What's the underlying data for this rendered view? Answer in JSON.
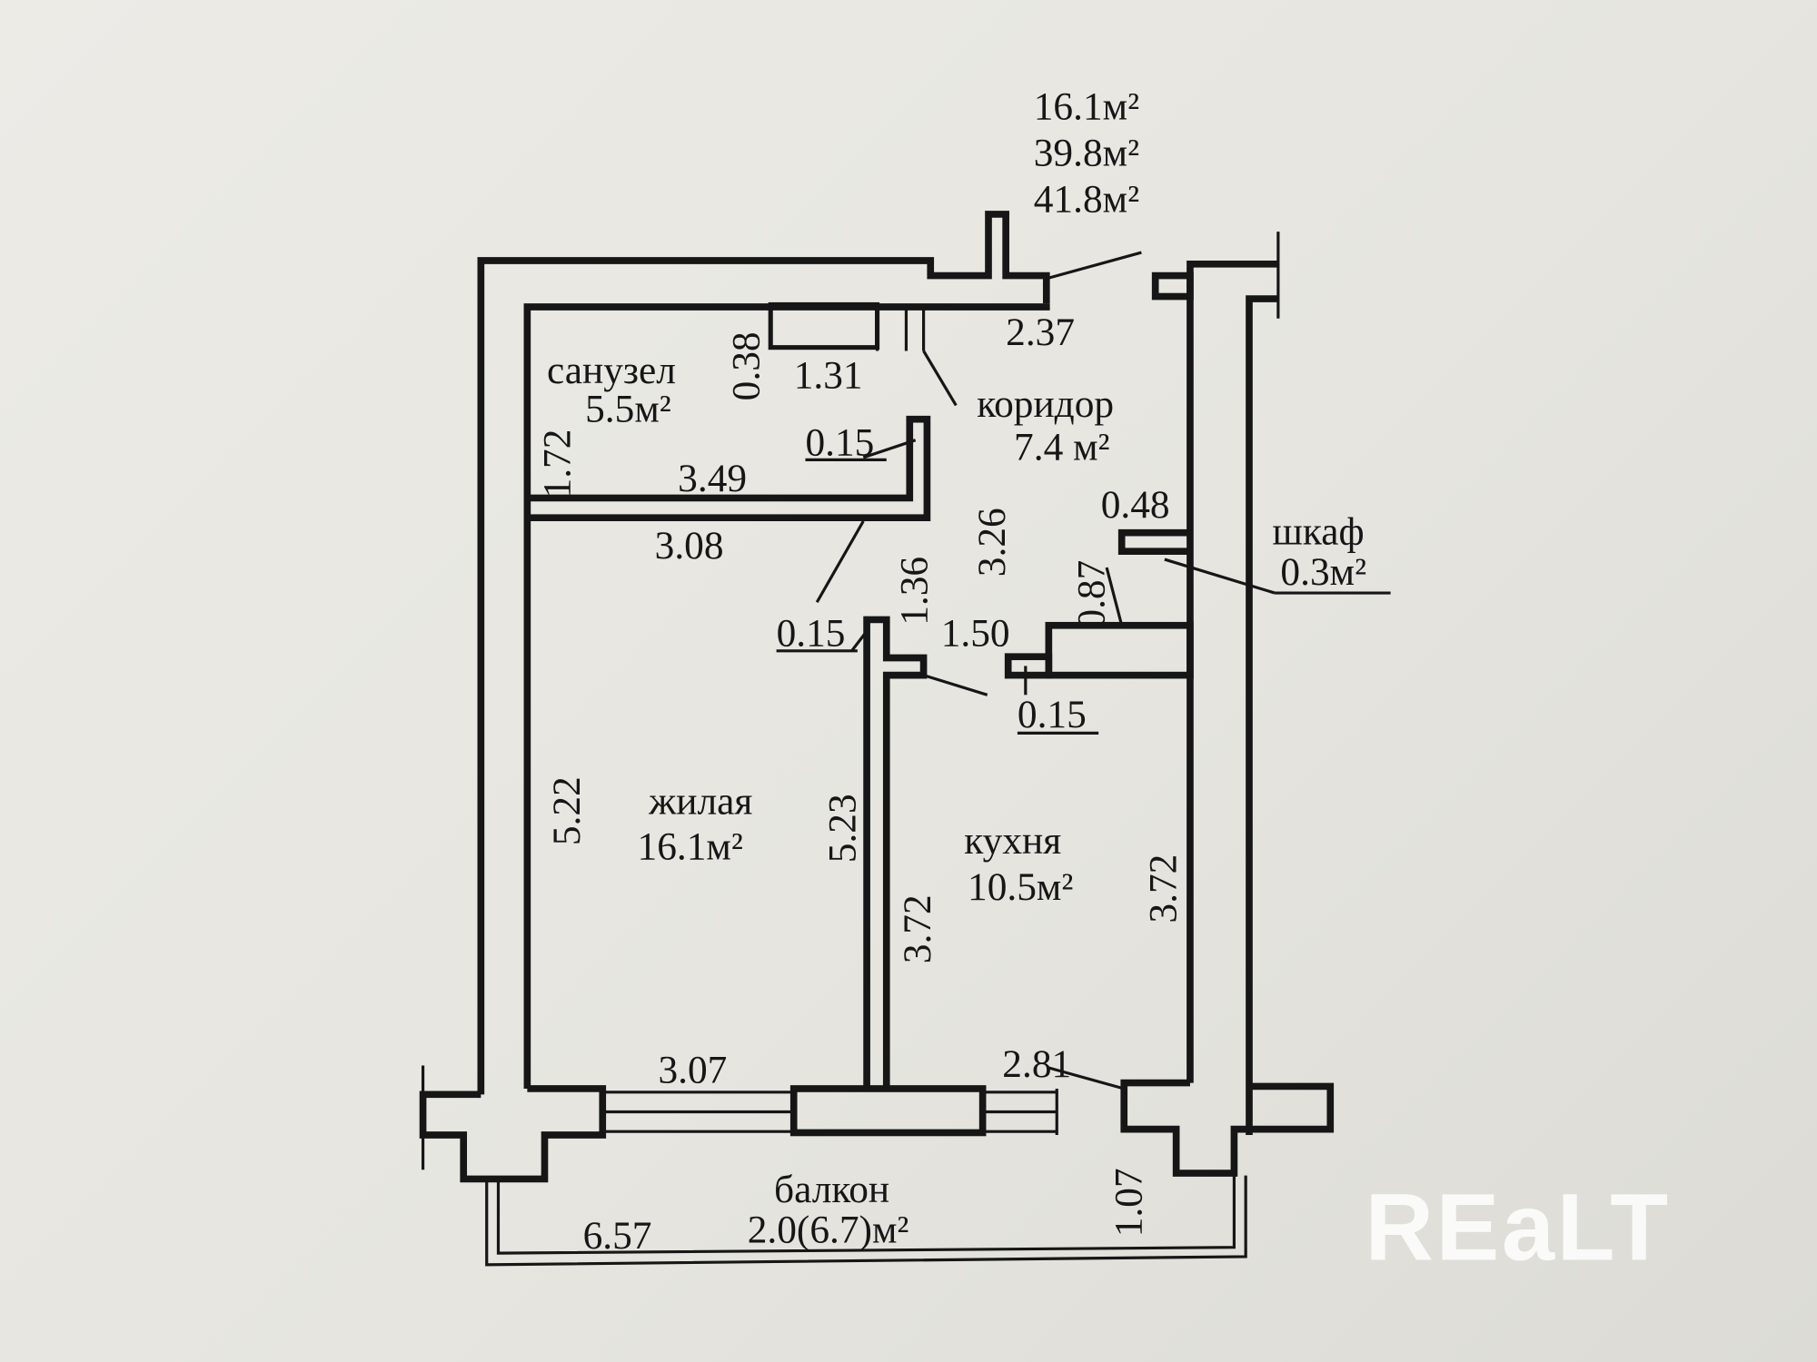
{
  "totals": [
    "16.1м²",
    "39.8м²",
    "41.8м²"
  ],
  "rooms": {
    "bathroom": {
      "name": "санузел",
      "area": "5.5м²"
    },
    "corridor": {
      "name": "коридор",
      "area": "7.4 м²"
    },
    "closet": {
      "name": "шкаф",
      "area": "0.3м²"
    },
    "living": {
      "name": "жилая",
      "area": "16.1м²"
    },
    "kitchen": {
      "name": "кухня",
      "area": "10.5м²"
    },
    "balcony": {
      "name": "балкон",
      "area": "2.0(6.7)м²"
    }
  },
  "dimensions": {
    "d237": "2.37",
    "d038": "0.38",
    "d131": "1.31",
    "d172": "1.72",
    "d015a": "0.15",
    "d349": "3.49",
    "d308": "3.08",
    "d326": "3.26",
    "d048": "0.48",
    "d087": "0.87",
    "d136": "1.36",
    "d015b": "0.15",
    "d150": "1.50",
    "d015c": "0.15",
    "d522": "5.22",
    "d523": "5.23",
    "d372a": "3.72",
    "d372b": "3.72",
    "d307": "3.07",
    "d281": "2.81",
    "d657": "6.57",
    "d107": "1.07"
  },
  "watermark": "REaLT"
}
